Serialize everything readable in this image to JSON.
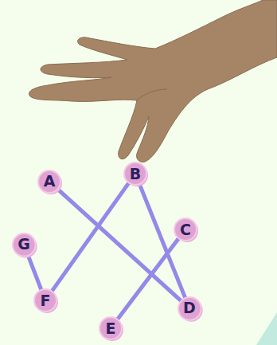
{
  "diagram": {
    "nodes": [
      {
        "text": [
          "A"
        ]
      },
      {
        "text": [
          "B"
        ]
      },
      {
        "text": [
          "C"
        ]
      },
      {
        "text": [
          "G"
        ]
      },
      {
        "text": [
          "F"
        ]
      },
      {
        "text": [
          "D"
        ]
      },
      {
        "text": [
          "E"
        ]
      }
    ],
    "edges": [
      {
        "from": 0,
        "to": 5,
        "arrow": "none"
      },
      {
        "from": 1,
        "to": 4,
        "arrow": "none"
      },
      {
        "from": 1,
        "to": 5,
        "arrow": "none"
      },
      {
        "from": 2,
        "to": 6,
        "arrow": "none"
      },
      {
        "from": 3,
        "to": 4,
        "arrow": "none"
      }
    ]
  }
}
